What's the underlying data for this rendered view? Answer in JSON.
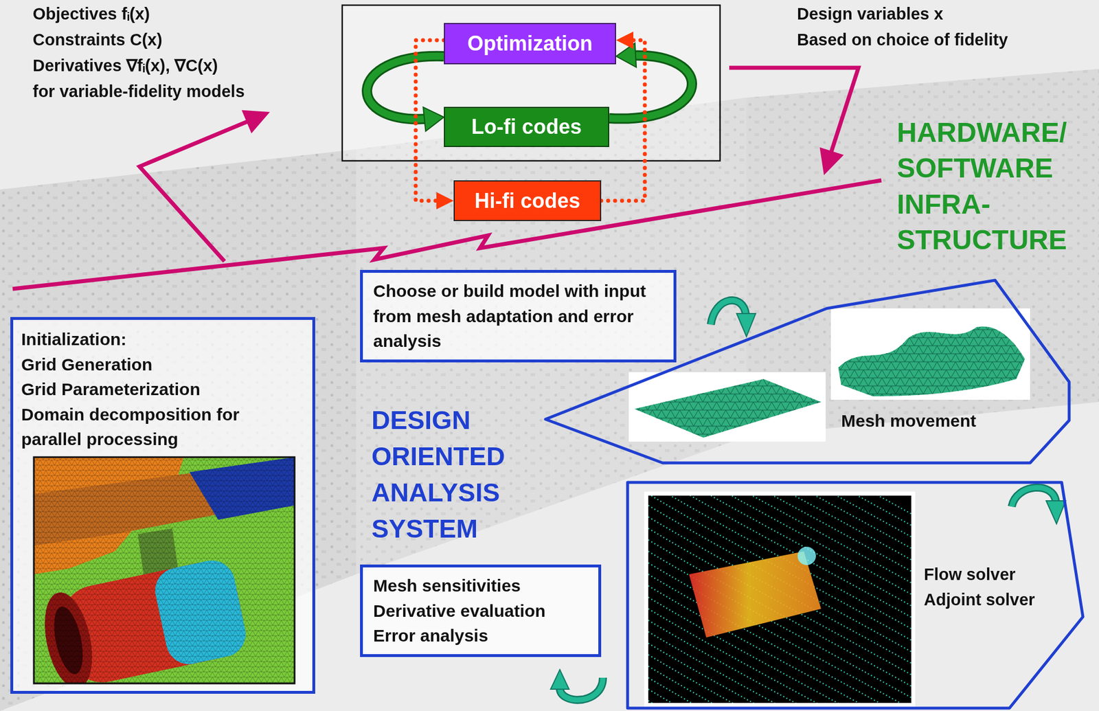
{
  "diagram": {
    "nodes": [
      {
        "text": [
          "Optimization"
        ]
      },
      {
        "text": [
          "Lo-fi codes"
        ]
      },
      {
        "text": [
          "Hi-fi codes"
        ]
      },
      {
        "text": [
          "Choose or build model with input from mesh adaptation and error analysis"
        ]
      },
      {
        "text": [
          "Initialization:",
          "Grid Generation",
          "Grid Parameterization",
          "Domain decomposition for parallel processing"
        ]
      },
      {
        "text": [
          "Mesh movement"
        ]
      },
      {
        "text": [
          "Flow solver",
          "Adjoint solver"
        ]
      },
      {
        "text": [
          "Mesh sensitivities",
          "Derivative evaluation",
          "Error analysis"
        ]
      }
    ],
    "edges": [
      {
        "from": 0,
        "to": 1,
        "arrow": "to"
      },
      {
        "from": 1,
        "to": 0,
        "arrow": "to"
      },
      {
        "from": 0,
        "to": 2,
        "arrow": "to"
      },
      {
        "from": 2,
        "to": 0,
        "arrow": "to"
      }
    ],
    "labels": [
      "Objectives fᵢ(x)",
      "Constraints C(x)",
      "Derivatives ∇fᵢ(x), ∇C(x)",
      "for variable-fidelity models",
      "Design variables x",
      "Based on choice of fidelity",
      "HARDWARE/ SOFTWARE INFRA- STRUCTURE",
      "DESIGN ORIENTED ANALYSIS SYSTEM"
    ]
  }
}
